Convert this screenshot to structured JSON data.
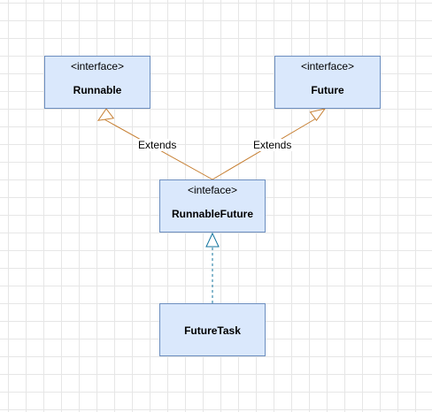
{
  "diagram": {
    "nodes": {
      "runnable": {
        "stereotype": "<interface>",
        "name": "Runnable"
      },
      "future": {
        "stereotype": "<interface>",
        "name": "Future"
      },
      "runnable_future": {
        "stereotype": "<inteface>",
        "name": "RunnableFuture"
      },
      "future_task": {
        "name": "FutureTask"
      }
    },
    "edges": [
      {
        "from": "runnable_future",
        "to": "runnable",
        "kind": "generalization",
        "label": "Extends"
      },
      {
        "from": "runnable_future",
        "to": "future",
        "kind": "generalization",
        "label": "Extends"
      },
      {
        "from": "future_task",
        "to": "runnable_future",
        "kind": "realization",
        "label": ""
      }
    ]
  },
  "colors": {
    "node_fill": "#dae8fc",
    "node_border": "#6c8ebf",
    "extends_line": "#c67f32",
    "implements_line": "#10739e",
    "grid": "#e6e6e6"
  }
}
